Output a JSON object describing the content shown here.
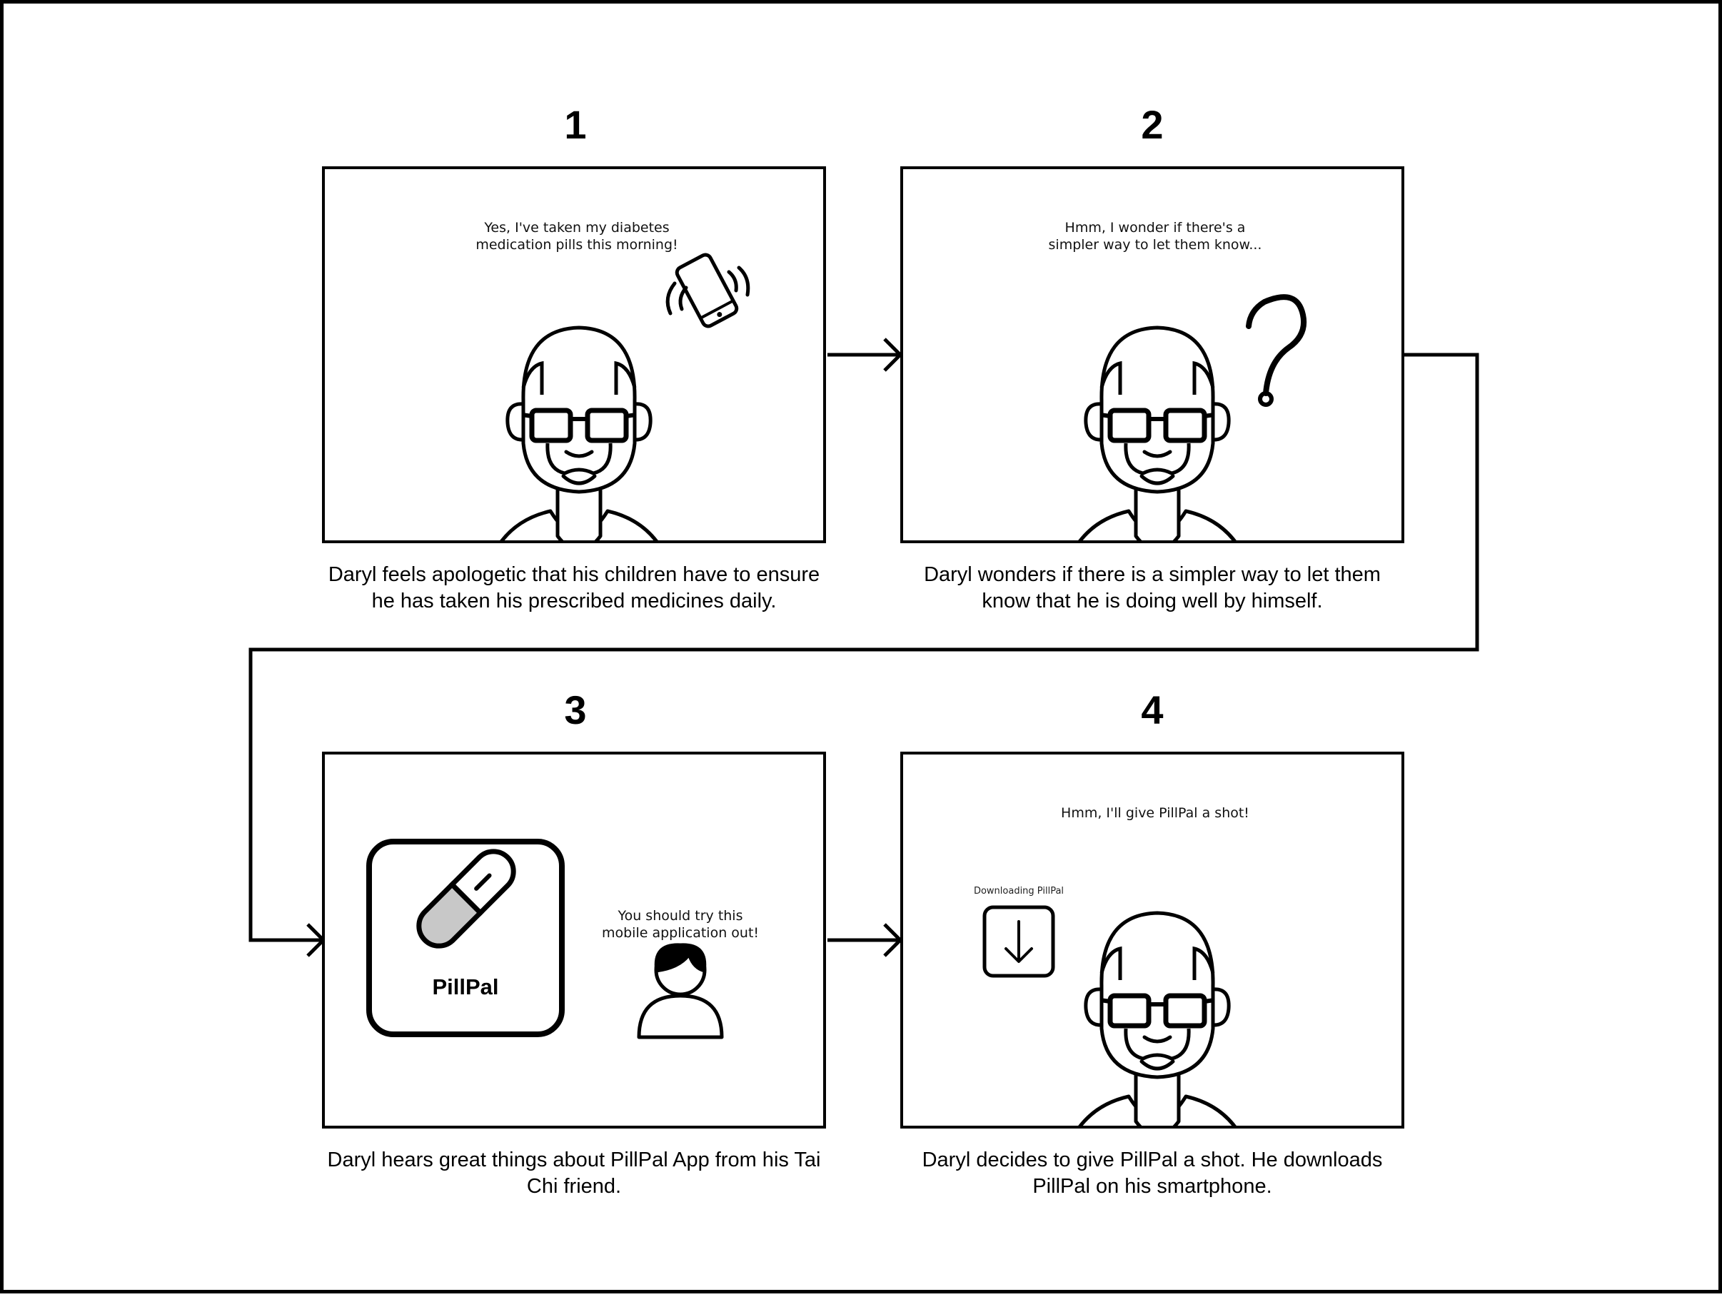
{
  "steps": [
    {
      "number": "1",
      "speech": "Yes, I've taken my diabetes\nmedication pills this morning!",
      "caption": "Daryl feels apologetic that his children have to ensure\nhe has taken his prescribed medicines daily.",
      "icon": "ringing-phone-icon"
    },
    {
      "number": "2",
      "speech": "Hmm, I wonder if there's a\nsimpler way to let them know...",
      "caption": "Daryl wonders if there is a simpler way to let them\nknow that he is doing well by himself.",
      "icon": "question-mark-icon"
    },
    {
      "number": "3",
      "speech": "You should try this\nmobile application out!",
      "app_name": "PillPal",
      "caption": "Daryl hears great things about PillPal App from his Tai\nChi friend.",
      "icon": "pill-capsule-icon"
    },
    {
      "number": "4",
      "speech": "Hmm, I'll give PillPal a shot!",
      "download_label": "Downloading PillPal",
      "caption": "Daryl decides to give PillPal a shot. He downloads\nPillPal on his smartphone.",
      "icon": "download-arrow-icon"
    }
  ],
  "colors": {
    "ink": "#000000",
    "capsule_fill": "#c8c8c8",
    "background": "#ffffff"
  }
}
